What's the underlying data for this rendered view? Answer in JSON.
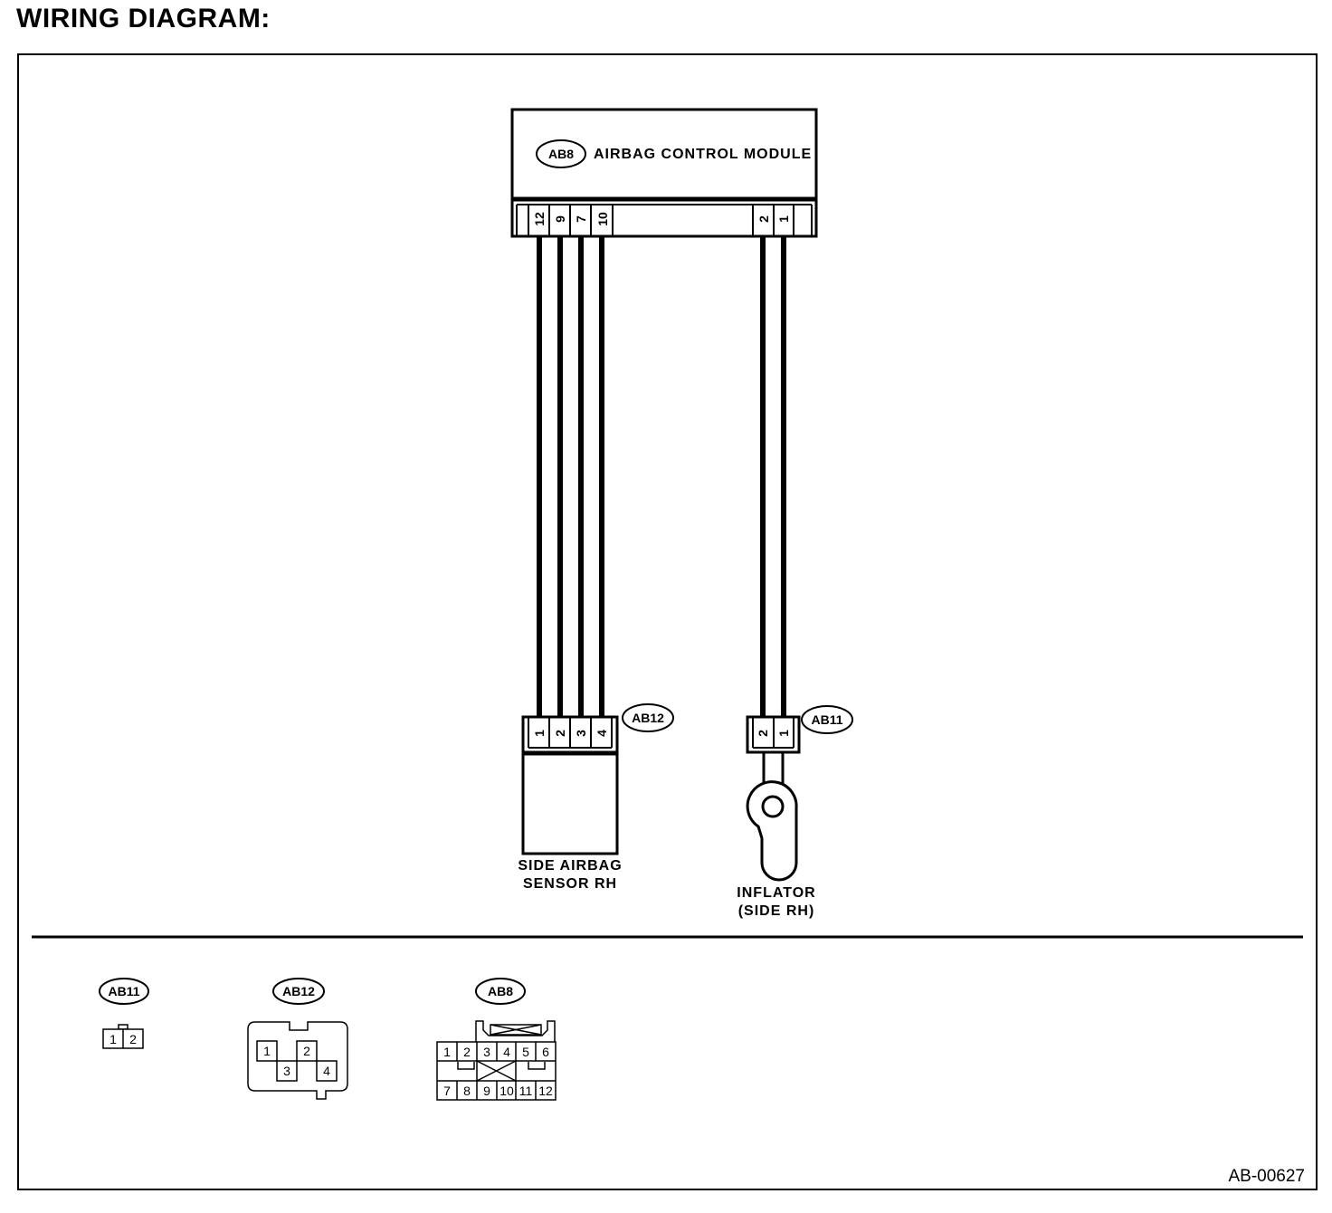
{
  "page": {
    "title": "WIRING DIAGRAM:",
    "figure_code": "AB-00627"
  },
  "module": {
    "tag": "AB8",
    "label": "AIRBAG CONTROL MODULE",
    "pins": [
      "12",
      "9",
      "7",
      "10",
      "2",
      "1"
    ]
  },
  "sensor": {
    "tag": "AB12",
    "label_line1": "SIDE AIRBAG",
    "label_line2": "SENSOR RH",
    "pins": [
      "1",
      "2",
      "3",
      "4"
    ]
  },
  "inflator": {
    "tag": "AB11",
    "label_line1": "INFLATOR",
    "label_line2": "(SIDE RH)",
    "pins": [
      "2",
      "1"
    ]
  },
  "connector_views": {
    "ab11": {
      "tag": "AB11",
      "pins": [
        "1",
        "2"
      ]
    },
    "ab12": {
      "tag": "AB12",
      "pins": [
        "1",
        "2",
        "3",
        "4"
      ]
    },
    "ab8": {
      "tag": "AB8",
      "pins": [
        "1",
        "2",
        "3",
        "4",
        "5",
        "6",
        "7",
        "8",
        "9",
        "10",
        "11",
        "12"
      ]
    }
  }
}
